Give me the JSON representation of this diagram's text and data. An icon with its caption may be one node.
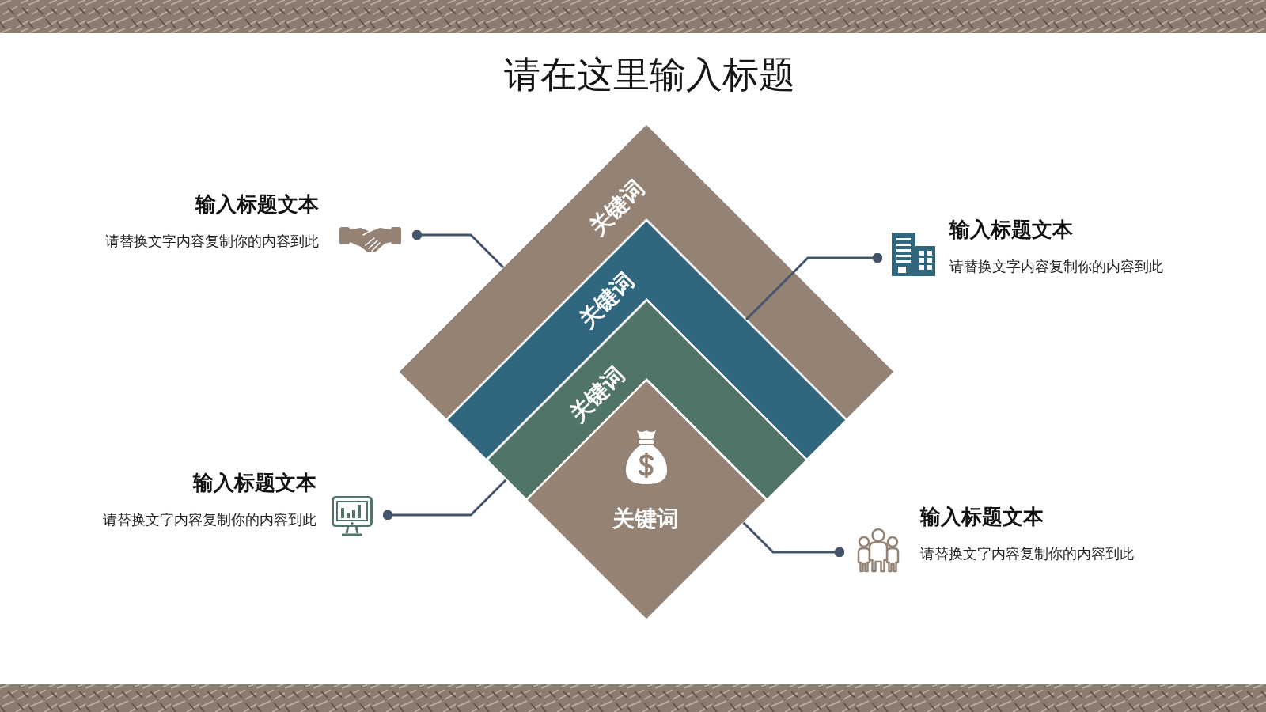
{
  "diagram": {
    "title": "请在这里输入标题",
    "nodes": [
      {
        "text": [
          "关键词"
        ]
      },
      {
        "text": [
          "关键词"
        ]
      },
      {
        "text": [
          "关键词"
        ]
      },
      {
        "text": [
          "关键词"
        ]
      },
      {
        "text": [
          "输入标题文本",
          "请替换文字内容复制你的内容到此"
        ]
      },
      {
        "text": [
          "输入标题文本",
          "请替换文字内容复制你的内容到此"
        ]
      },
      {
        "text": [
          "输入标题文本",
          "请替换文字内容复制你的内容到此"
        ]
      },
      {
        "text": [
          "输入标题文本",
          "请替换文字内容复制你的内容到此"
        ]
      }
    ],
    "edges": [
      {
        "from": 4,
        "to": 0,
        "arrow": "other"
      },
      {
        "from": 5,
        "to": 1,
        "arrow": "other"
      },
      {
        "from": 6,
        "to": 2,
        "arrow": "other"
      },
      {
        "from": 7,
        "to": 3,
        "arrow": "other"
      }
    ]
  }
}
